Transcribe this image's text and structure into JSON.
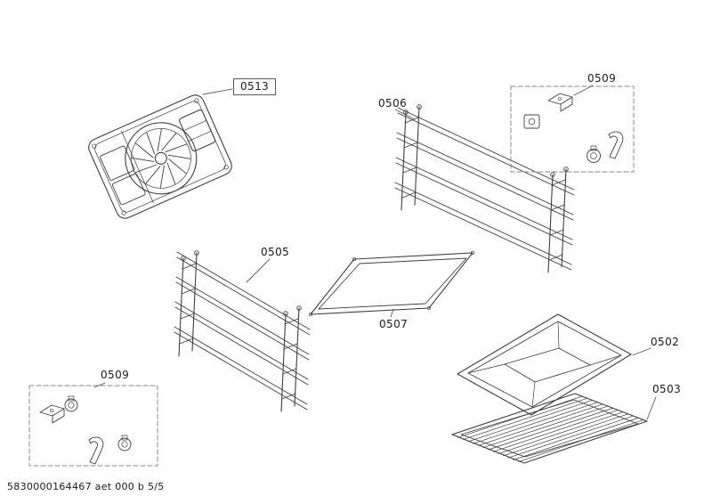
{
  "page": {
    "footer_code": "5830000164467 aet 000 b 5/5"
  },
  "labels": {
    "back_panel": "0513",
    "rack_right": "0506",
    "clips_top": "0509",
    "rack_left": "0505",
    "flat_rail": "0507",
    "clips_bottom": "0509",
    "baking_tray": "0502",
    "wire_grill": "0503"
  },
  "parts": [
    {
      "label": "0513",
      "name": "back-panel-with-fan"
    },
    {
      "label": "0506",
      "name": "side-rack-right"
    },
    {
      "label": "0509",
      "name": "mounting-clips-set-top"
    },
    {
      "label": "0505",
      "name": "side-rack-left"
    },
    {
      "label": "0507",
      "name": "flat-rail-frame"
    },
    {
      "label": "0509",
      "name": "mounting-clips-set-bottom"
    },
    {
      "label": "0502",
      "name": "baking-tray"
    },
    {
      "label": "0503",
      "name": "wire-grill-rack"
    }
  ],
  "colors": {
    "line": "#3f3f3f",
    "label_text": "#1a1a1a",
    "dashed_box": "#8a8a8a",
    "background": "#ffffff"
  }
}
